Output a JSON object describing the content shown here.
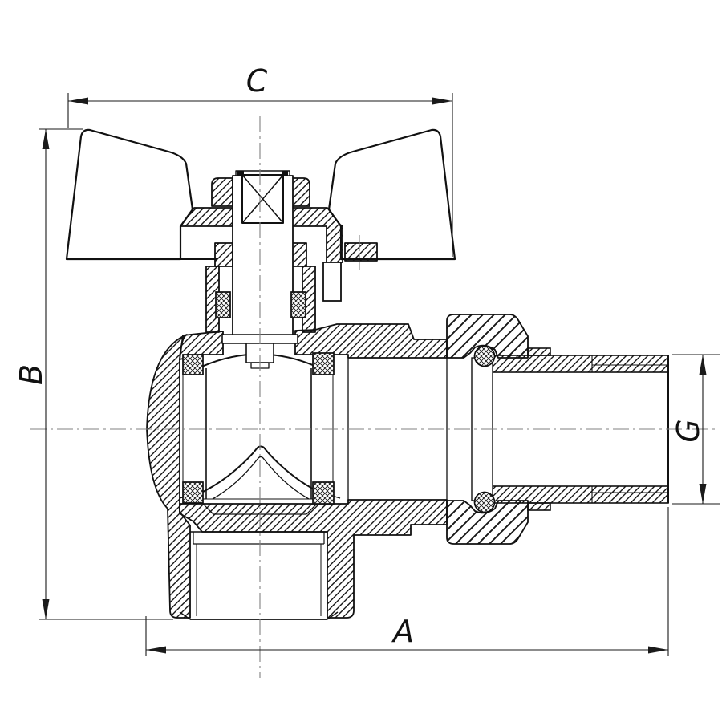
{
  "drawing": {
    "type": "technical-section",
    "subject": "angle ball valve with butterfly handle",
    "dimension_labels": {
      "a": "A",
      "b": "B",
      "c": "C",
      "g": "G"
    },
    "colors": {
      "line": "#111111",
      "centerline": "#808080",
      "dimension": "#1a1a1a",
      "background": "#ffffff"
    }
  }
}
